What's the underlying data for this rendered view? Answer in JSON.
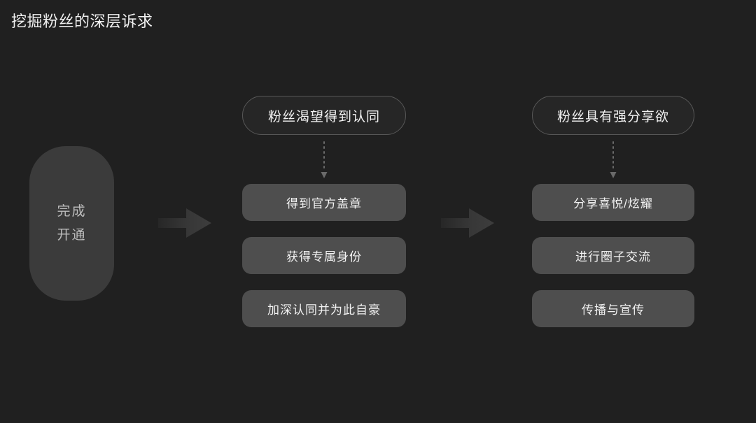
{
  "slide": {
    "title": "挖掘粉丝的深层诉求",
    "background_color": "#202020"
  },
  "start_node": {
    "name": "完成开通",
    "line1": "完成",
    "line2": "开通",
    "fill_color": "#3b3b3b",
    "text_color": "#bdbdbd"
  },
  "arrows": [
    {
      "name": "flow-arrow-1",
      "direction": "right"
    },
    {
      "name": "flow-arrow-2",
      "direction": "right"
    }
  ],
  "groups": [
    {
      "header": "粉丝渴望得到认同",
      "connector": "dotted-down-arrow",
      "items": [
        "得到官方盖章",
        "获得专属身份",
        "加深认同并为此自豪"
      ]
    },
    {
      "header": "粉丝具有强分享欲",
      "connector": "dotted-down-arrow",
      "items": [
        "分享喜悦/炫耀",
        "进行圈子交流",
        "传播与宣传"
      ]
    }
  ],
  "colors": {
    "background": "#202020",
    "item_box": "#4e4e4e",
    "header_border": "#585858",
    "header_fill": "#262626",
    "arrow": "#3a3a3a",
    "text": "#f2f2f2"
  }
}
